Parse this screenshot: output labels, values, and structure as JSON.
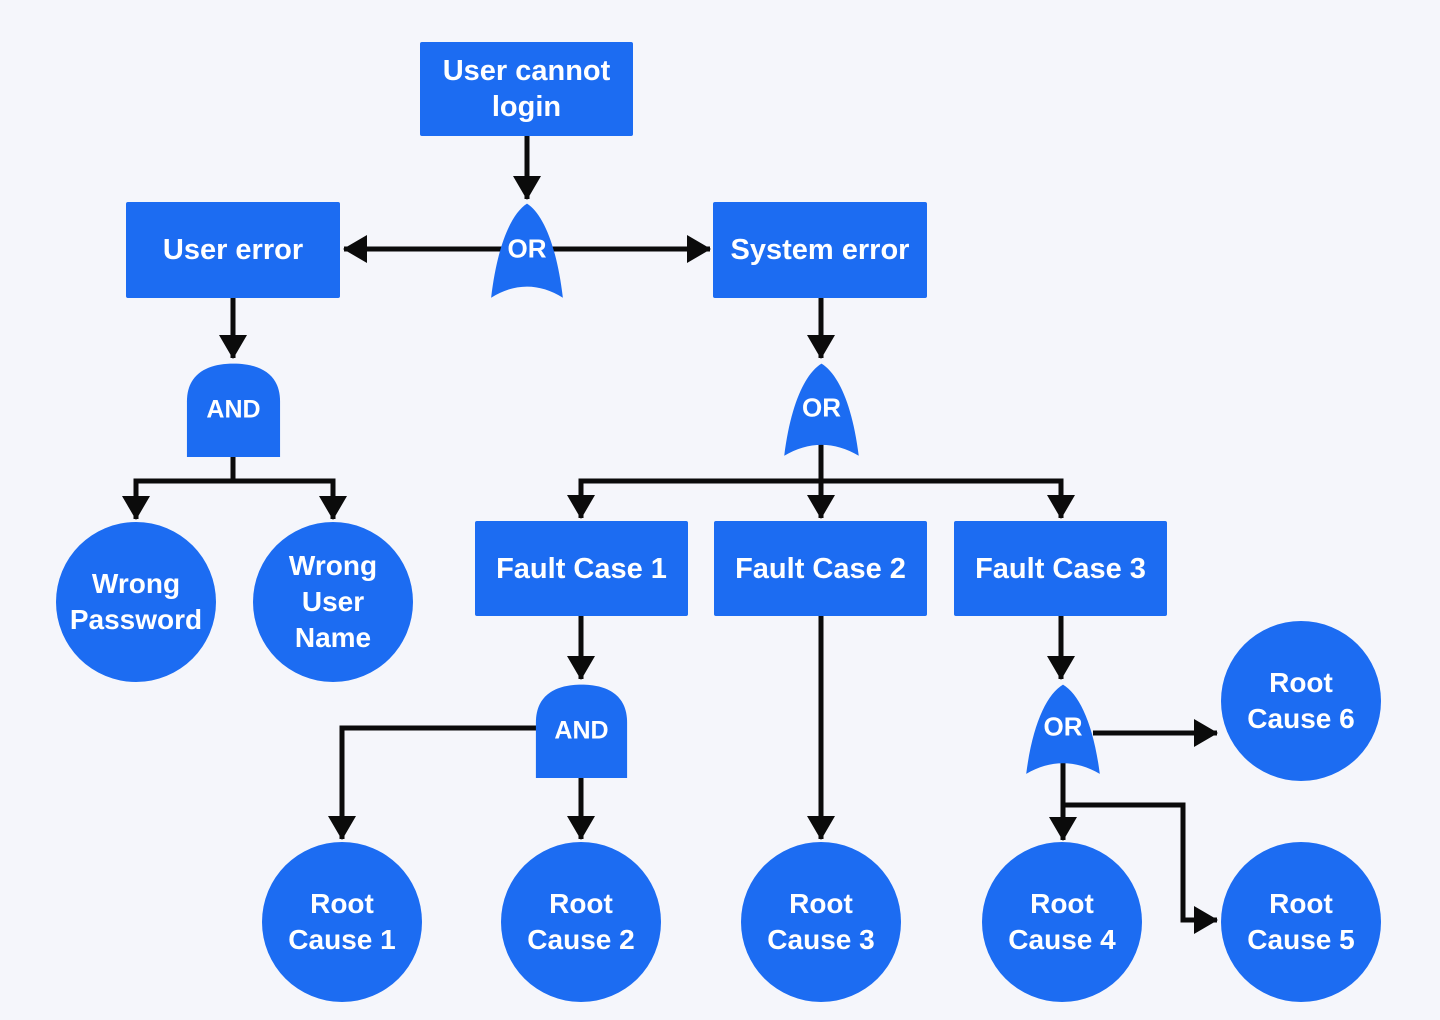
{
  "colors": {
    "node_fill": "#1c6cf2",
    "node_text": "#ffffff",
    "connector": "#0b0b0b",
    "background": "#f5f6fb"
  },
  "diagram_data": {
    "type": "fault-tree",
    "nodes": {
      "top_event": {
        "label": "User cannot\nlogin",
        "shape": "rect"
      },
      "or_top": {
        "label": "OR",
        "shape": "or-gate"
      },
      "user_error": {
        "label": "User error",
        "shape": "rect"
      },
      "system_error": {
        "label": "System error",
        "shape": "rect"
      },
      "and_user": {
        "label": "AND",
        "shape": "and-gate"
      },
      "wrong_password": {
        "label": "Wrong\nPassword",
        "shape": "circle"
      },
      "wrong_user_name": {
        "label": "Wrong\nUser\nName",
        "shape": "circle"
      },
      "or_system": {
        "label": "OR",
        "shape": "or-gate"
      },
      "fault_case_1": {
        "label": "Fault Case 1",
        "shape": "rect"
      },
      "fault_case_2": {
        "label": "Fault Case 2",
        "shape": "rect"
      },
      "fault_case_3": {
        "label": "Fault Case 3",
        "shape": "rect"
      },
      "and_fault1": {
        "label": "AND",
        "shape": "and-gate"
      },
      "or_fault3": {
        "label": "OR",
        "shape": "or-gate"
      },
      "root_cause_1": {
        "label": "Root\nCause 1",
        "shape": "circle"
      },
      "root_cause_2": {
        "label": "Root\nCause 2",
        "shape": "circle"
      },
      "root_cause_3": {
        "label": "Root\nCause 3",
        "shape": "circle"
      },
      "root_cause_4": {
        "label": "Root\nCause 4",
        "shape": "circle"
      },
      "root_cause_5": {
        "label": "Root\nCause 5",
        "shape": "circle"
      },
      "root_cause_6": {
        "label": "Root\nCause 6",
        "shape": "circle"
      }
    },
    "edges": [
      [
        "top_event",
        "or_top"
      ],
      [
        "or_top",
        "user_error"
      ],
      [
        "or_top",
        "system_error"
      ],
      [
        "user_error",
        "and_user"
      ],
      [
        "and_user",
        "wrong_password"
      ],
      [
        "and_user",
        "wrong_user_name"
      ],
      [
        "system_error",
        "or_system"
      ],
      [
        "or_system",
        "fault_case_1"
      ],
      [
        "or_system",
        "fault_case_2"
      ],
      [
        "or_system",
        "fault_case_3"
      ],
      [
        "fault_case_1",
        "and_fault1"
      ],
      [
        "and_fault1",
        "root_cause_1"
      ],
      [
        "and_fault1",
        "root_cause_2"
      ],
      [
        "fault_case_2",
        "root_cause_3"
      ],
      [
        "fault_case_3",
        "or_fault3"
      ],
      [
        "or_fault3",
        "root_cause_6"
      ],
      [
        "or_fault3",
        "root_cause_4"
      ],
      [
        "or_fault3",
        "root_cause_5"
      ]
    ]
  }
}
